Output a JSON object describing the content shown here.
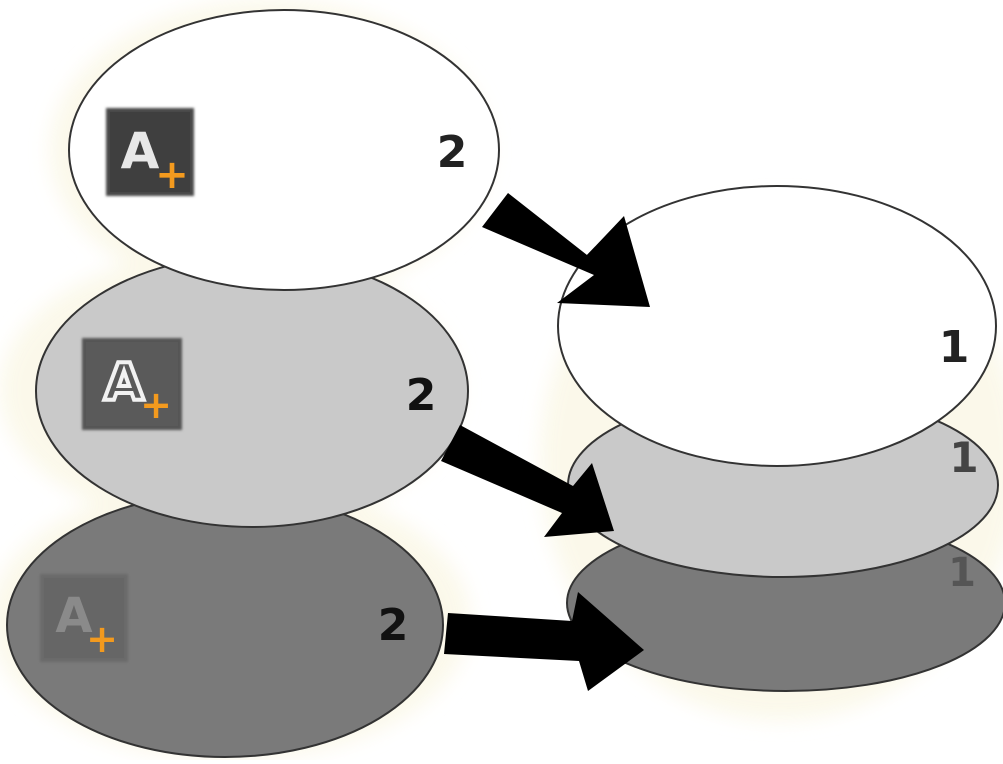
{
  "colors": {
    "background": "#ffffff",
    "glow": "#fbf8e8",
    "layer_white": "#ffffff",
    "layer_light": "#c9c9c9",
    "layer_dark": "#7a7a7a",
    "outline": "#333333",
    "arrow": "#000000",
    "icon_bg": "#4a4a4a",
    "icon_plus": "#f39a1e",
    "label_dark": "#222222",
    "label_faded": "#555555"
  },
  "left_layers": [
    {
      "name": "white-layer-2",
      "label": "2",
      "icon": "text-add-icon",
      "icon_style": "solid"
    },
    {
      "name": "light-layer-2",
      "label": "2",
      "icon": "text-add-outline-icon",
      "icon_style": "outline"
    },
    {
      "name": "dark-layer-2",
      "label": "2",
      "icon": "text-add-faded-icon",
      "icon_style": "faded"
    }
  ],
  "right_layers": [
    {
      "name": "white-layer-1",
      "label": "1"
    },
    {
      "name": "light-layer-1",
      "label": "1"
    },
    {
      "name": "dark-layer-1",
      "label": "1"
    }
  ],
  "icon_glyph": "A",
  "icon_plus": "+"
}
